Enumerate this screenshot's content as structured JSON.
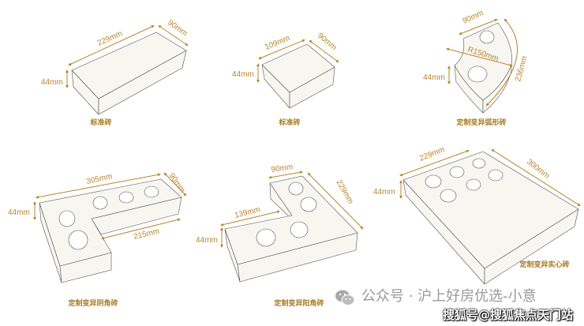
{
  "colors": {
    "accent": "#b8862b",
    "caption": "#a87a1f"
  },
  "bricks": [
    {
      "caption": "标准砖",
      "dims": {
        "length": "229mm",
        "width": "90mm",
        "height": "44mm"
      }
    },
    {
      "caption": "标准砖",
      "dims": {
        "length": "109mm",
        "width": "90mm",
        "height": "44mm"
      }
    },
    {
      "caption": "定制变异弧形砖",
      "dims": {
        "width": "90mm",
        "radius": "R150mm",
        "arc": "236mm",
        "height": "44mm"
      }
    },
    {
      "caption": "定制变异阴角砖",
      "dims": {
        "length": "305mm",
        "width": "90mm",
        "inner": "215mm",
        "height": "44mm"
      }
    },
    {
      "caption": "定制变异阳角砖",
      "dims": {
        "width": "90mm",
        "length": "229mm",
        "inner": "139mm",
        "height": "44mm"
      }
    },
    {
      "caption": "定制变异实心砖",
      "dims": {
        "width": "229mm",
        "length": "300mm",
        "height": "44mm"
      }
    }
  ],
  "watermarks": {
    "wechat": "公众号 · 沪上好房优选-小意",
    "sohu": "搜狐号@搜狐焦点天门站"
  }
}
